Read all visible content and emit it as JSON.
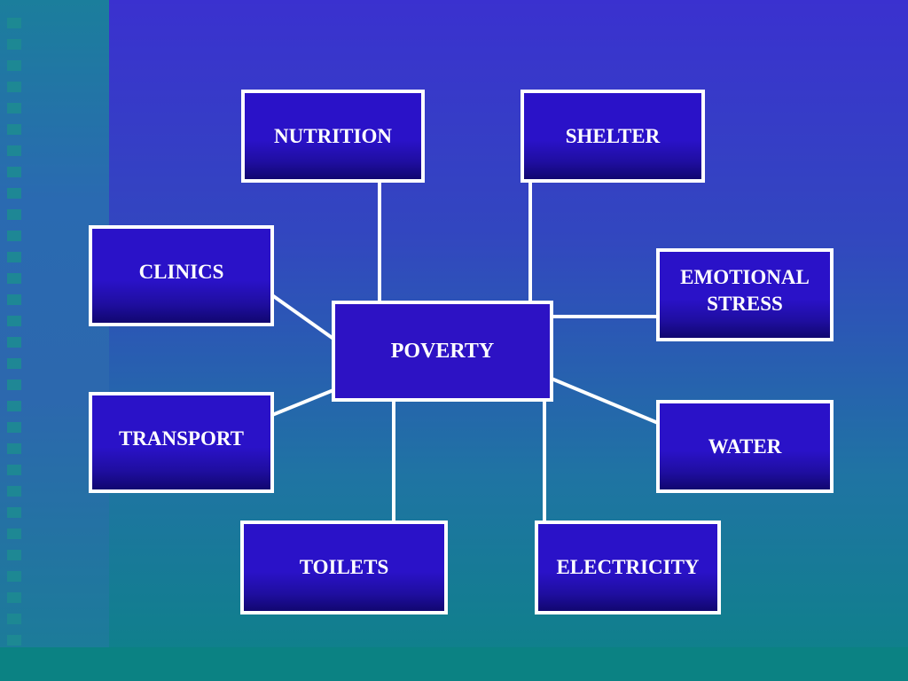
{
  "diagram": {
    "center": {
      "label": "POVERTY"
    },
    "nodes": [
      {
        "id": "nutrition",
        "label": "NUTRITION"
      },
      {
        "id": "shelter",
        "label": "SHELTER"
      },
      {
        "id": "clinics",
        "label": "CLINICS"
      },
      {
        "id": "emotional-stress",
        "label": "EMOTIONAL\nSTRESS"
      },
      {
        "id": "transport",
        "label": "TRANSPORT"
      },
      {
        "id": "water",
        "label": "WATER"
      },
      {
        "id": "toilets",
        "label": "TOILETS"
      },
      {
        "id": "electricity",
        "label": "ELECTRICITY"
      }
    ],
    "edges": [
      [
        "POVERTY",
        "NUTRITION"
      ],
      [
        "POVERTY",
        "SHELTER"
      ],
      [
        "POVERTY",
        "CLINICS"
      ],
      [
        "POVERTY",
        "EMOTIONAL STRESS"
      ],
      [
        "POVERTY",
        "TRANSPORT"
      ],
      [
        "POVERTY",
        "WATER"
      ],
      [
        "POVERTY",
        "TOILETS"
      ],
      [
        "POVERTY",
        "ELECTRICITY"
      ]
    ],
    "colors": {
      "box_fill": "#2a12c8",
      "box_border": "#ffffff",
      "connector": "#ffffff",
      "background_top": "#3a31cf",
      "background_bottom": "#0d8288"
    }
  }
}
